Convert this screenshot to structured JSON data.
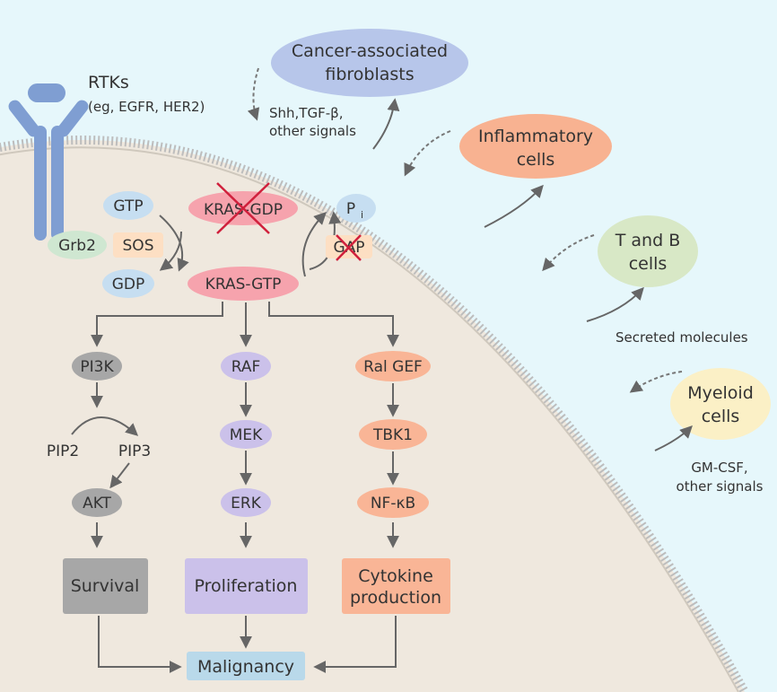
{
  "colors": {
    "background": "#e6f7fb",
    "cell": "#efe8de",
    "membrane": "#b9b9b9",
    "receptor": "#7f9ed2",
    "arrow": "#666666",
    "kras": "#f6a3ad",
    "gtp": "#c6def1",
    "grb2": "#cfe7d1",
    "sos": "#fddfc3",
    "pi3k": "#a7a7a7",
    "raf": "#cbc1ea",
    "ral": "#f9b596",
    "malignancy": "#b9d9ea",
    "caf": "#b7c6ea",
    "inflammatory": "#f8b291",
    "tb": "#d8e8c6",
    "myeloid": "#fbf0c6",
    "strike": "#d0203c"
  },
  "receptor": {
    "label": "RTKs",
    "sublabel": "(eg, EGFR, HER2)"
  },
  "nodes": {
    "gtp": "GTP",
    "gdp": "GDP",
    "grb2": "Grb2",
    "sos": "SOS",
    "kras_gdp": "KRAS-GDP",
    "kras_gtp": "KRAS-GTP",
    "pi_main": "P",
    "pi_sub": "i",
    "gap": "GAP",
    "pi3k": "PI3K",
    "pip2": "PIP2",
    "pip3": "PIP3",
    "akt": "AKT",
    "survival": "Survival",
    "raf": "RAF",
    "mek": "MEK",
    "erk": "ERK",
    "proliferation": "Proliferation",
    "ral_gef": "Ral GEF",
    "tbk1": "TBK1",
    "nfkb": "NF-κB",
    "cytokine_line1": "Cytokine",
    "cytokine_line2": "production",
    "malignancy": "Malignancy"
  },
  "external": {
    "caf_line1": "Cancer-associated",
    "caf_line2": "fibroblasts",
    "shh_line1": "Shh,TGF-β,",
    "shh_line2": "other signals",
    "inflammatory_line1": "Inflammatory",
    "inflammatory_line2": "cells",
    "tb_line1": "T and B",
    "tb_line2": "cells",
    "secreted": "Secreted molecules",
    "myeloid_line1": "Myeloid",
    "myeloid_line2": "cells",
    "gmcsf_line1": "GM-CSF,",
    "gmcsf_line2": "other signals"
  }
}
